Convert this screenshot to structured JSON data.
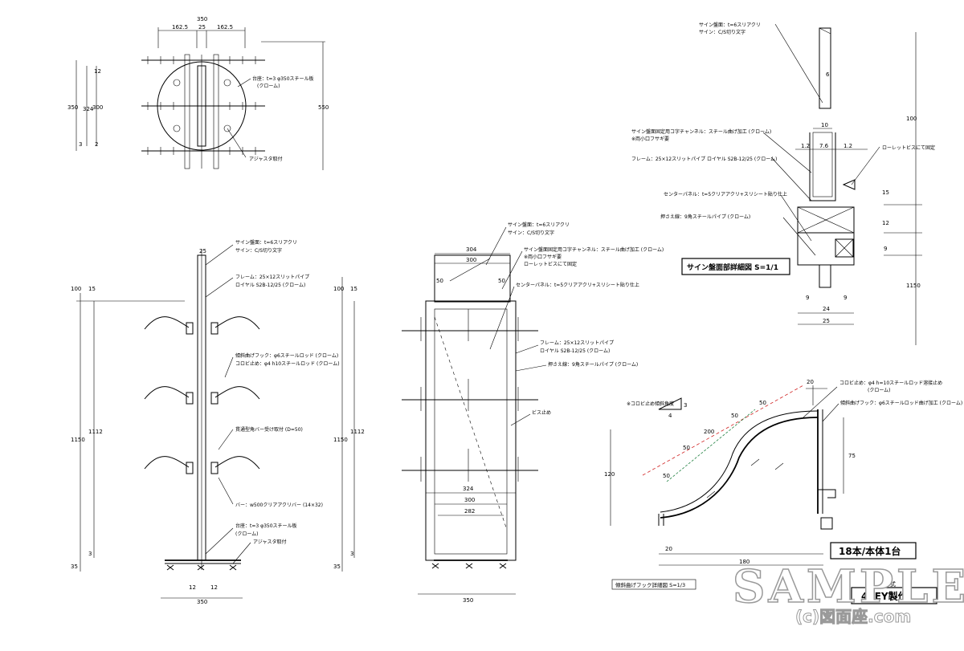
{
  "top_view": {
    "dims": [
      "350",
      "162.5",
      "25",
      "162.5",
      "12",
      "324",
      "300",
      "350",
      "3",
      "2",
      "550"
    ],
    "note_base": "台座：t=3 φ350スチール板",
    "note_base_sub": "(クローム)",
    "note_adjuster": "アジャスタ取付"
  },
  "side_view": {
    "dims_top": [
      "25"
    ],
    "dims_left": [
      "100",
      "15",
      "1150",
      "1112",
      "35",
      "3"
    ],
    "dims_bottom": [
      "12",
      "12",
      "350"
    ],
    "note_sign": "サイン盤面：t=6スリアクリ",
    "note_sign_sub": "サイン：C/S切り文字",
    "note_frame": "フレーム：25×12スリットパイプ",
    "note_frame_sub": "ロイヤル S2B-12/25 (クローム)",
    "note_hook": "傾斜曲げフック：φ6スチールロッド (クローム)",
    "note_hook_sub": "コロビ止め：φ4 h10スチールロッド (クローム)",
    "note_bar": "貫通型角バー受け取付 (D=50)",
    "note_bar2": "バー：w500クリアアクリバー (14×32)",
    "note_base": "台座：t=3 φ350スチール板",
    "note_base_sub": "(クローム)",
    "note_adjuster": "アジャスタ取付"
  },
  "front_view": {
    "dims_top": [
      "304",
      "300",
      "50",
      "50"
    ],
    "dims_left": [
      "100",
      "15",
      "1150",
      "1112",
      "35",
      "3"
    ],
    "dims_inner": [
      "324",
      "300",
      "282"
    ],
    "dims_bottom": [
      "350"
    ],
    "note_sign": "サイン盤面：t=6スリアクリ",
    "note_sign_sub": "サイン：C/S切り文字",
    "note_channel": "サイン盤面固定用コ字チャンネル：スチール曲げ加工 (クローム)",
    "note_channel_sub": "※両小口フサギ要",
    "note_channel_sub2": "ローレットビスにて固定",
    "note_center": "センターパネル：t=5クリアアクリ+スリシート貼り仕上",
    "note_frame": "フレーム：25×12スリットパイプ",
    "note_frame_sub": "ロイヤル S2B-12/25 (クローム)",
    "note_press": "押さえ線：9角スチールパイプ (クローム)",
    "note_screw": "ビス止め"
  },
  "detail_sign": {
    "note_sign": "サイン盤面：t=6スリアクリ",
    "note_sign_sub": "サイン：C/S切り文字",
    "note_channel": "サイン盤面固定用コ字チャンネル：スチール曲げ加工 (クローム)",
    "note_channel_sub": "※両小口フサギ要",
    "note_frame": "フレーム：25×12スリットパイプ ロイヤル S2B-12/25 (クローム)",
    "note_knurl": "ローレットビスにて固定",
    "note_center": "センターパネル：t=5クリアアクリ+スリシート貼り仕上",
    "note_press": "押さえ線：9角スチールパイプ (クローム)",
    "dims": [
      "6",
      "100",
      "10",
      "1.2",
      "7.6",
      "1.2",
      "15",
      "12",
      "9",
      "1150",
      "9",
      "9",
      "24",
      "25"
    ],
    "title": "サイン盤面部詳細図 S=1/1"
  },
  "detail_hook": {
    "note_angle": "※コロビ止め傾斜角度",
    "angle_a": "3",
    "angle_b": "4",
    "dims": [
      "20",
      "50",
      "50",
      "200",
      "50",
      "50",
      "120",
      "75",
      "20",
      "180"
    ],
    "note_stop": "コロビ止め：φ4 h=10スチールロッド溶接止め",
    "note_stop_sub": "(クローム)",
    "note_hook": "傾斜曲げフック：φ6スチールロッド曲げ加工 (クローム)",
    "title": "傾斜曲げフック詳細図 S=1/3"
  },
  "summary": {
    "count_label": "18本/本体1台",
    "qty_label": "45EY製作",
    "qty_suffix": "式"
  },
  "watermark": {
    "sample": "SAMPLE",
    "copyright": "(c)図面座.com"
  }
}
